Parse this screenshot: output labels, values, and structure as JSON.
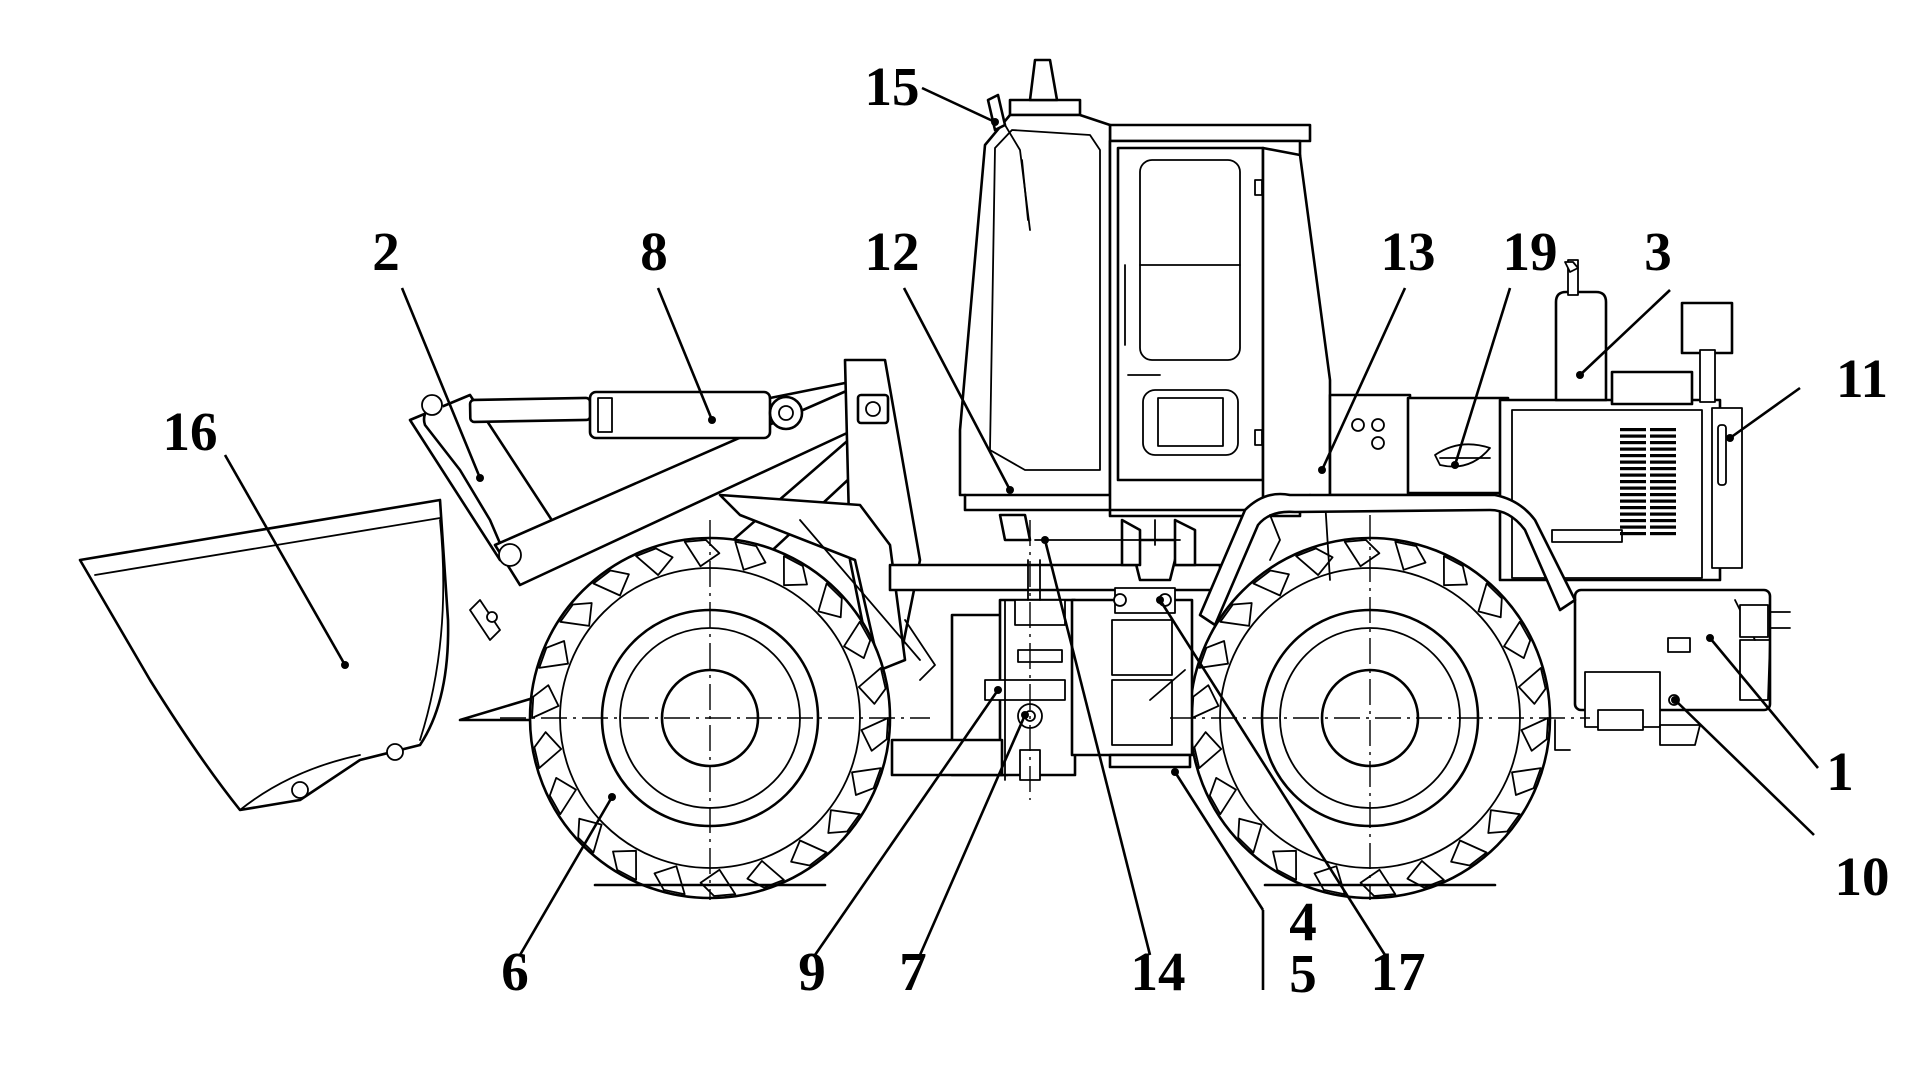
{
  "diagram": {
    "type": "technical-drawing",
    "subject": "wheel-loader-side-view",
    "line_color": "#000000",
    "background": "#ffffff"
  },
  "callouts": [
    {
      "id": "c1",
      "label": "1"
    },
    {
      "id": "c2",
      "label": "2"
    },
    {
      "id": "c3",
      "label": "3"
    },
    {
      "id": "c4",
      "label": "4"
    },
    {
      "id": "c5",
      "label": "5"
    },
    {
      "id": "c6",
      "label": "6"
    },
    {
      "id": "c7",
      "label": "7"
    },
    {
      "id": "c8",
      "label": "8"
    },
    {
      "id": "c9",
      "label": "9"
    },
    {
      "id": "c10",
      "label": "10"
    },
    {
      "id": "c11",
      "label": "11"
    },
    {
      "id": "c12",
      "label": "12"
    },
    {
      "id": "c13",
      "label": "13"
    },
    {
      "id": "c14",
      "label": "14"
    },
    {
      "id": "c15",
      "label": "15"
    },
    {
      "id": "c16",
      "label": "16"
    },
    {
      "id": "c17",
      "label": "17"
    },
    {
      "id": "c19",
      "label": "19"
    }
  ]
}
